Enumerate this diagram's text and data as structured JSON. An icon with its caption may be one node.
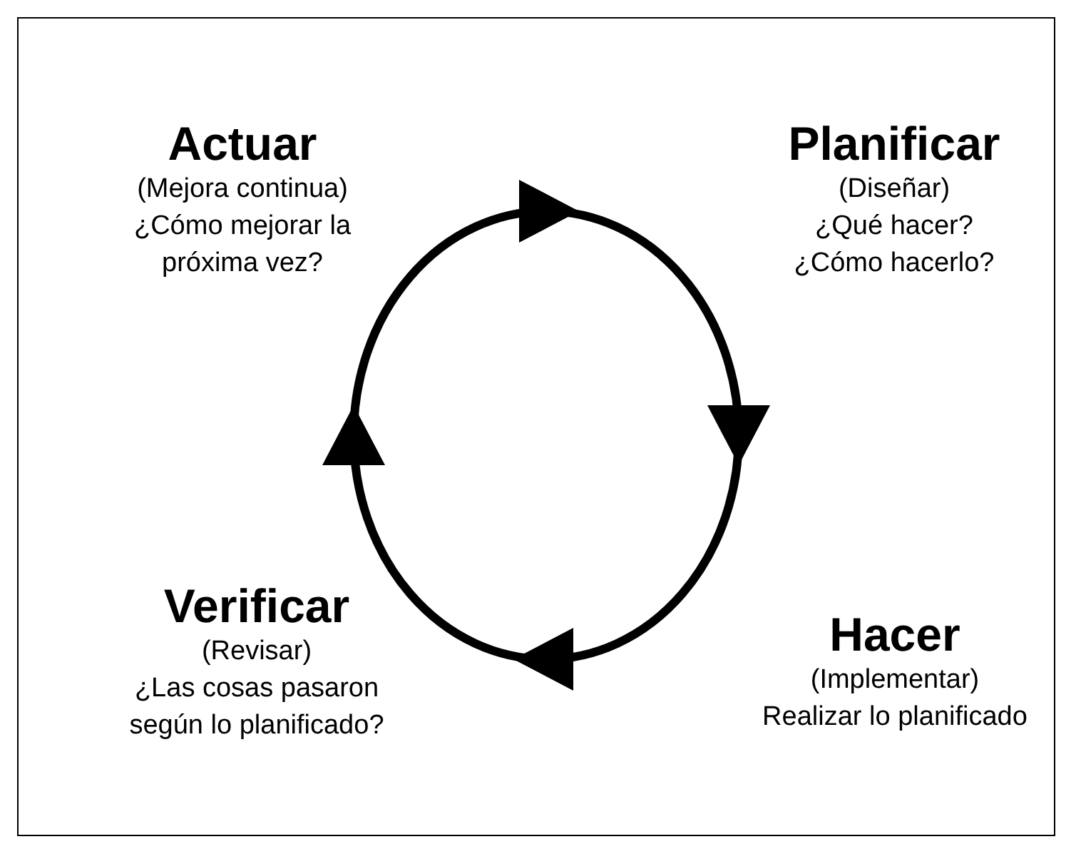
{
  "diagram": {
    "labels": [
      "Actuar",
      "(Mejora continua)",
      "¿Cómo mejorar la próxima vez?",
      "Planificar",
      "(Diseñar)",
      "¿Qué hacer?",
      "¿Cómo hacerlo?",
      "Verificar",
      "(Revisar)",
      "¿Las cosas pasaron según lo planificado?",
      "Hacer",
      "(Implementar)",
      "Realizar lo planificado"
    ]
  }
}
